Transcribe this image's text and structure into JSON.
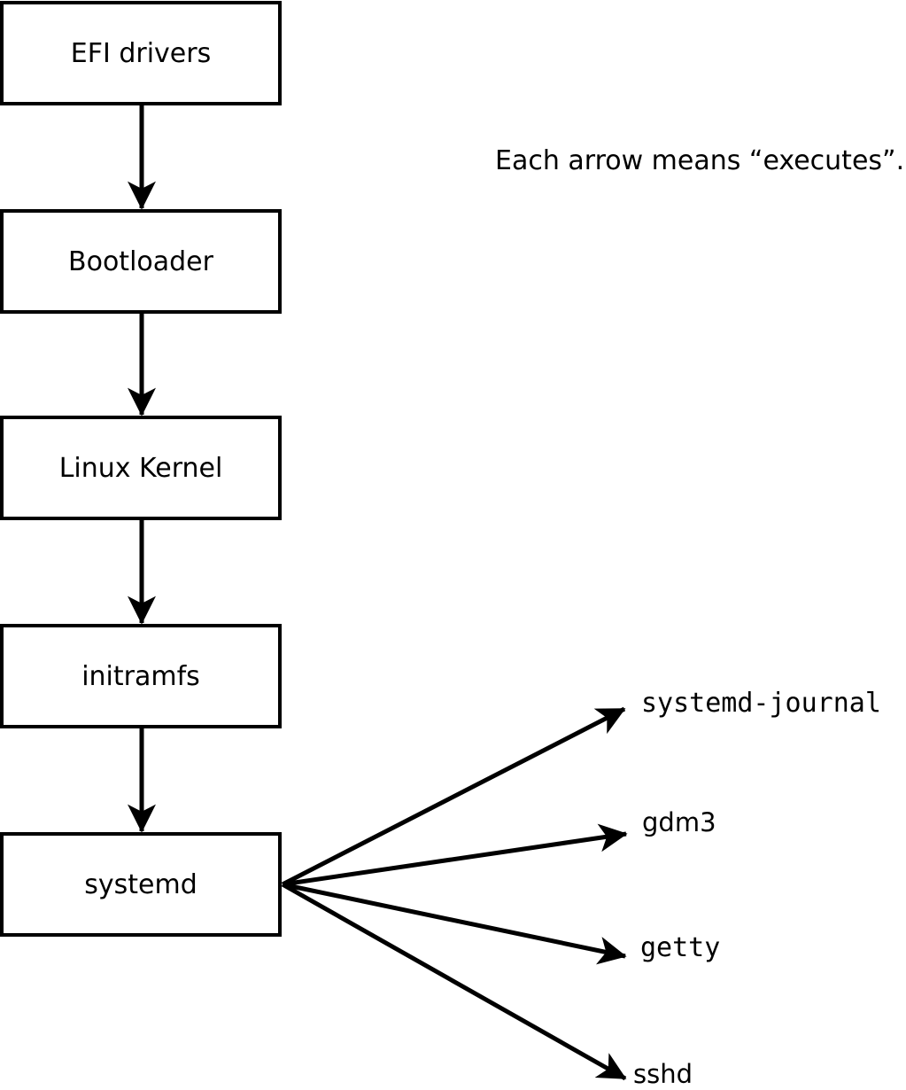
{
  "diagram": {
    "title_hint": "Linux boot chain",
    "annotation": "Each arrow means “executes”.",
    "boxes": [
      {
        "id": "efi-drivers",
        "label": "EFI drivers"
      },
      {
        "id": "bootloader",
        "label": "Bootloader"
      },
      {
        "id": "linux-kernel",
        "label": "Linux Kernel"
      },
      {
        "id": "initramfs",
        "label": "initramfs"
      },
      {
        "id": "systemd",
        "label": "systemd"
      }
    ],
    "spawned_processes": [
      {
        "id": "systemd-journal",
        "label": "systemd-journal"
      },
      {
        "id": "gdm3",
        "label": "gdm3"
      },
      {
        "id": "getty",
        "label": "getty"
      },
      {
        "id": "sshd",
        "label": "sshd"
      }
    ],
    "colors": {
      "stroke": "#000000",
      "background": "#ffffff",
      "box_fill": "#ffffff",
      "text": "#000000"
    }
  }
}
